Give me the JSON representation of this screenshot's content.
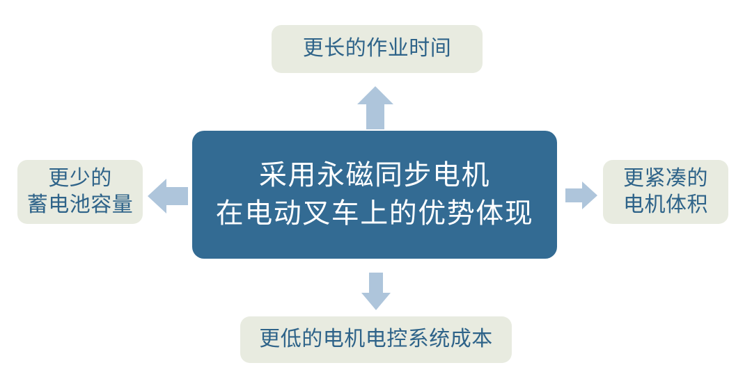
{
  "diagram": {
    "type": "radial-hub-and-spoke",
    "background_color": "#ffffff",
    "center": {
      "name": "center-node",
      "lines": [
        "采用永磁同步电机",
        "在电动叉车上的优势体现"
      ],
      "fill_color": "#336b93",
      "text_color": "#ffffff"
    },
    "benefits": [
      {
        "id": "top",
        "lines": [
          "更长的作业时间"
        ],
        "fill_color": "#e8ebe0",
        "text_color": "#2e6389",
        "arrow": {
          "direction": "up",
          "color": "#aec5db",
          "icon": "arrow-up-icon"
        }
      },
      {
        "id": "left",
        "lines": [
          "更少的",
          "蓄电池容量"
        ],
        "fill_color": "#e8ebe0",
        "text_color": "#2e6389",
        "arrow": {
          "direction": "left",
          "color": "#aec5db",
          "icon": "arrow-left-icon"
        }
      },
      {
        "id": "right",
        "lines": [
          "更紧凑的",
          "电机体积"
        ],
        "fill_color": "#e8ebe0",
        "text_color": "#2e6389",
        "arrow": {
          "direction": "right",
          "color": "#aec5db",
          "icon": "arrow-right-icon"
        }
      },
      {
        "id": "bottom",
        "lines": [
          "更低的电机电控系统成本"
        ],
        "fill_color": "#e8ebe0",
        "text_color": "#2e6389",
        "arrow": {
          "direction": "down",
          "color": "#aec5db",
          "icon": "arrow-down-icon"
        }
      }
    ]
  }
}
